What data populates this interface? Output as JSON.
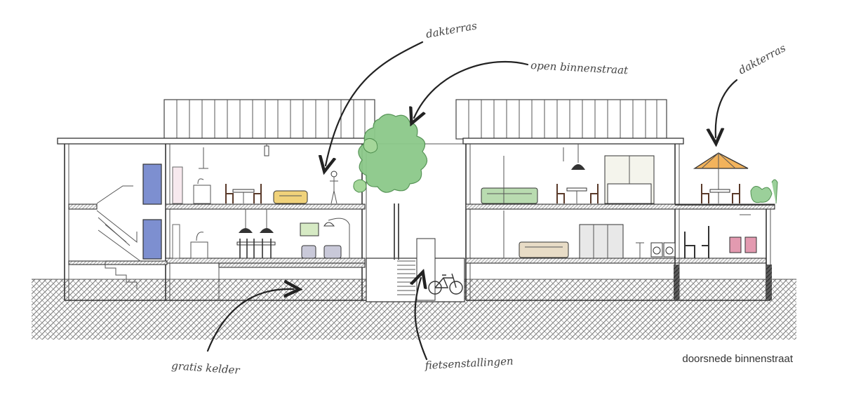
{
  "labels": {
    "dakterras_left": "dakterras",
    "open_binnenstraat": "open binnenstraat",
    "dakterras_right": "dakterras",
    "gratis_kelder": "gratis kelder",
    "fietsenstallingen": "fietsenstallingen"
  },
  "caption": "doorsnede binnenstraat",
  "colors": {
    "ground": "#8a8a8a",
    "tree": "#7cc07c",
    "door": "#7d8fd0",
    "sofa": "#f0d27a",
    "sofa_green": "#b9dbb0",
    "parasol": "#f2b35c",
    "chair_pink": "#e39ab0",
    "ink": "#333333"
  }
}
